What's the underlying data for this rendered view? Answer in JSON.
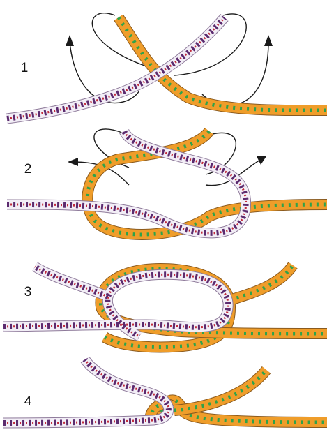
{
  "steps": [
    {
      "label": "1"
    },
    {
      "label": "2"
    },
    {
      "label": "3"
    },
    {
      "label": "4"
    }
  ],
  "ropes": {
    "orange": "#ef9d2a",
    "orange_pattern": "#2ea24a",
    "white": "#f2eef6",
    "white_pattern": "#5b2a6e"
  },
  "arrow_color": "#1a1a1a"
}
